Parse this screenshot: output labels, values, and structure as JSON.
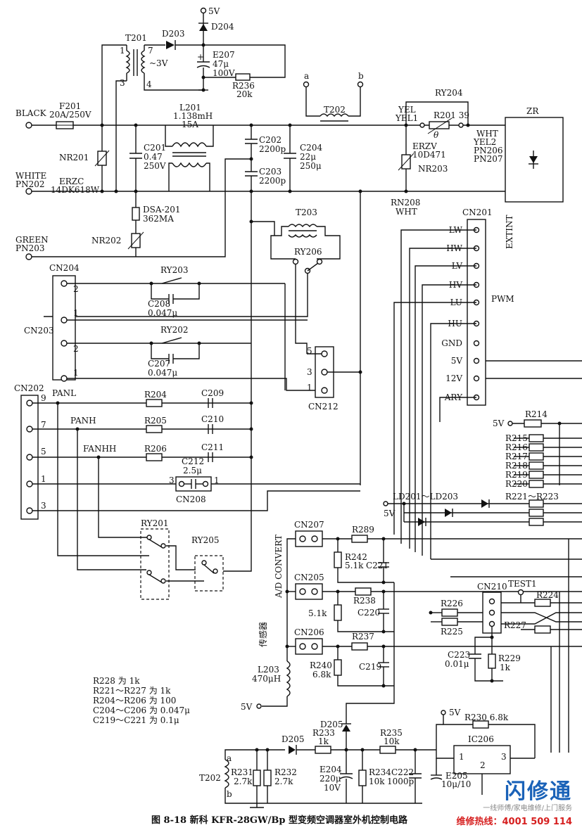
{
  "labels": {
    "v5_top": "5V",
    "d204": "D204",
    "d203": "D203",
    "t201": "T201",
    "t201_p1": "1",
    "t201_p7": "7",
    "t201_p3": "3",
    "t201_p4": "4",
    "v3": "~3V",
    "e207": "E207",
    "e207_v": "47μ",
    "e207_u": "100V",
    "r236": "R236",
    "r236_v": "20k",
    "a": "a",
    "b": "b",
    "t202_top": "T202",
    "ry204": "RY204",
    "yel": "YEL",
    "yel1": "YEL1",
    "r201": "R201 39",
    "theta": "θ",
    "wht": "WHT",
    "yel2": "YEL2",
    "pn206": "PN206",
    "pn207": "PN207",
    "zr": "ZR",
    "black": "BLACK",
    "f201": "F201",
    "f201_v": "20A/250V",
    "l201": "L201",
    "l201_v": "1.138mH",
    "l201_a": "15A",
    "nr201": "NR201",
    "c201": "C201",
    "c201_v": "0.47",
    "c201_u": "250V",
    "c202": "C202",
    "c202_v": "2200p",
    "c203": "C203",
    "c203_v": "2200p",
    "c204": "C204",
    "c204_v": "22μ",
    "c204_u": "250μ",
    "erzv": "ERZV",
    "erzv_v": "10D471",
    "nr203": "NR203",
    "white": "WHITE",
    "pn202": "PN202",
    "erzc": "ERZC",
    "erzc_v": "14DK618W",
    "rn208": "RN208",
    "wht2": "WHT",
    "dsa": "DSA-201",
    "dsa_v": "362MA",
    "nr202": "NR202",
    "green": "GREEN",
    "pn203": "PN203",
    "t203": "T203",
    "ry206": "RY206",
    "cn201": "CN201",
    "extint": "EXTINT",
    "pwm": "PWM",
    "cn204": "CN204",
    "cn203": "CN203",
    "ry203": "RY203",
    "c208": "C208",
    "c208_v": "0.047μ",
    "ry202": "RY202",
    "c207": "C207",
    "c207_v": "0.047μ",
    "pin2a": "2",
    "pin1a": "1",
    "pin2b": "2",
    "pin1b": "1",
    "cn212": "CN212",
    "cn212_5": "5",
    "cn212_3": "3",
    "cn212_1": "1",
    "cn202": "CN202",
    "panl": "PANL",
    "panh": "PANH",
    "fanhh": "FANHH",
    "p9": "9",
    "p7": "7",
    "p5": "5",
    "p1": "1",
    "p3": "3",
    "r204": "R204",
    "c209": "C209",
    "r205": "R205",
    "c210": "C210",
    "r206": "R206",
    "c211": "C211",
    "c212": "C212",
    "c212_v": "2.5μ",
    "cn208": "CN208",
    "cn208_3": "3",
    "cn208_1": "1",
    "v5_r214": "5V",
    "r214": "R214",
    "r215": "R215",
    "r216": "R216",
    "r217": "R217",
    "r218": "R218",
    "r219": "R219",
    "r220": "R220",
    "ld201": "LD201～LD203",
    "r221": "R221～R223",
    "v5_ld": "5V",
    "ry201": "RY201",
    "ry205": "RY205",
    "cn207": "CN207",
    "r289": "R289",
    "r242": "R242",
    "r242_v": "5.1k",
    "c221": "C221",
    "ad": "A/D CONVERT",
    "cn205": "CN205",
    "r238": "R238",
    "r_51k": "5.1k",
    "c220": "C220",
    "cn206": "CN206",
    "r237": "R237",
    "r240": "R240",
    "r240_v": "6.8k",
    "c219": "C219",
    "sensor": "传感器",
    "l203": "L203",
    "l203_v": "470μH",
    "v5_l203": "5V",
    "cn210": "CN210",
    "test1": "TEST1",
    "r224": "R224",
    "r226": "R226",
    "r225": "R225",
    "r227": "R227",
    "c223": "C223",
    "c223_v": "0.01μ",
    "r229": "R229",
    "r229_v": "1k",
    "v5_r230": "5V",
    "r230": "R230 6.8k",
    "ic206": "IC206",
    "ic_1": "1",
    "ic_2": "2",
    "ic_3": "3",
    "d205a": "D205",
    "d205b": "D205",
    "r233": "R233",
    "r233_v": "1k",
    "r235": "R235",
    "r235_v": "10k",
    "t202_bot": "T202",
    "t202_a": "a",
    "t202_b": "b",
    "r231": "R231",
    "r231_v": "2.7k",
    "r232": "R232",
    "r232_v": "2.7k",
    "e204": "E204",
    "e204_v": "220μ",
    "e204_u": "10V",
    "r234": "R234",
    "r234_v": "10k",
    "c222": "C222",
    "c222_v": "1000p",
    "e205": "E205",
    "e205_v": "10μ/10"
  },
  "cn201_pins": [
    "LW",
    "HW",
    "LV",
    "HV",
    "LU",
    "HU",
    "GND",
    "5V",
    "12V",
    "ARY"
  ],
  "notes": [
    "R228 为 1k",
    "R221～R227 为 1k",
    "R204～R206 为 100",
    "C204～C206 为 0.047μ",
    "C219～C221 为 0.1μ"
  ],
  "caption": "图 8-18   新科 KFR-28GW/Bp 型变频空调器室外机控制电路",
  "watermark": {
    "brand": "闪修通",
    "tagline": "一线师傅/家电维修/上门服务",
    "hotline": "维修热线：4001 509 114"
  }
}
